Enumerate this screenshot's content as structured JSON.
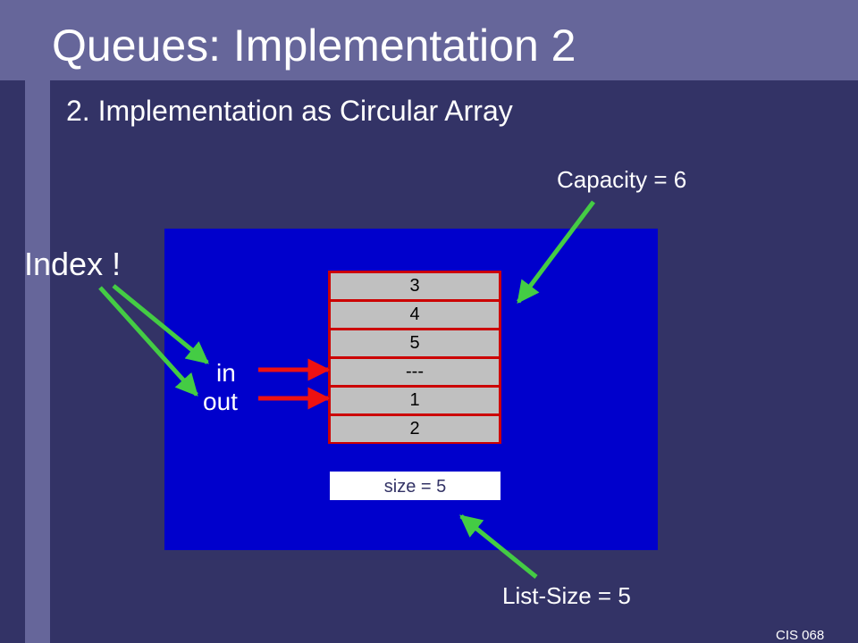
{
  "slide": {
    "title": "Queues: Implementation 2",
    "subtitle": "2. Implementation as Circular Array",
    "footer": "CIS 068"
  },
  "array": {
    "cells": [
      "3",
      "4",
      "5",
      "---",
      "1",
      "2"
    ],
    "size_label": "size = 5"
  },
  "annotations": {
    "capacity": "Capacity = 6",
    "index": "Index !",
    "in": "in",
    "out": "out",
    "list_size": "List-Size = 5"
  },
  "colors": {
    "background": "#333366",
    "band": "#66669a",
    "panel": "#0000cc",
    "array_border": "#cc0000",
    "cell": "#c0c0c0",
    "pointer_arrow": "#ee1111",
    "callout_arrow": "#44cc44"
  }
}
